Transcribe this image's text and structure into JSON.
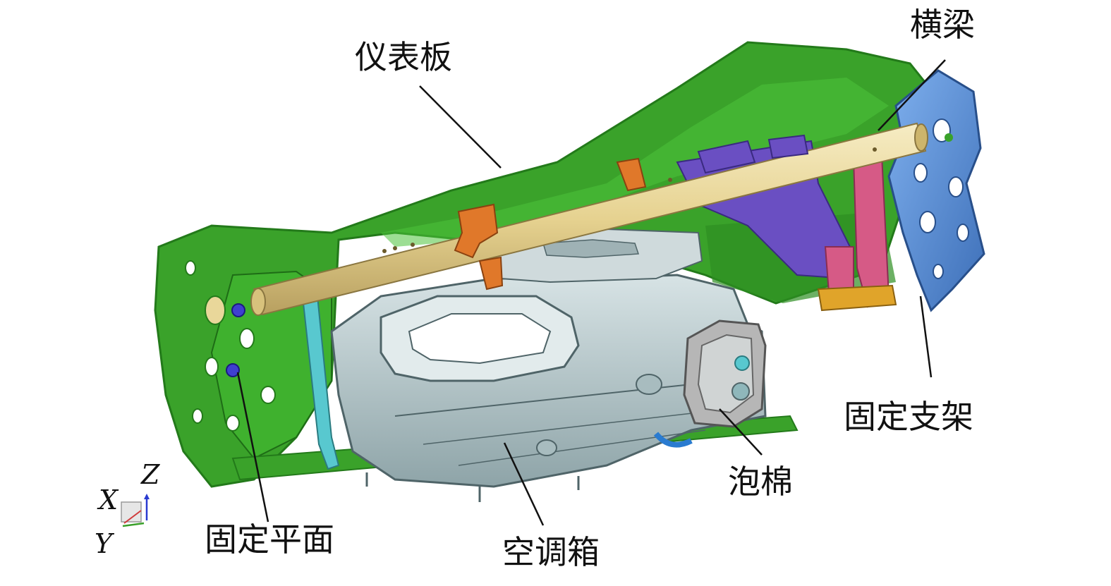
{
  "labels": {
    "dashboard": "仪表板",
    "crossbeam": "横梁",
    "mounting_bracket": "固定支架",
    "foam": "泡棉",
    "hvac_box": "空调箱",
    "mounting_plane": "固定平面"
  },
  "axes": {
    "x": "X",
    "y": "Y",
    "z": "Z"
  },
  "colors": {
    "frame_green": "#3aa22a",
    "frame_dark_green": "#237a1a",
    "beam_cream": "#e9d79a",
    "bracket_blue": "#5b8fd6",
    "bracket_purple": "#6a4fc2",
    "bracket_pink": "#d65a86",
    "clip_orange": "#e0782a",
    "hvac_gray": "#b9c9cc",
    "duct_cyan": "#58c8cf",
    "leader": "#111111"
  }
}
